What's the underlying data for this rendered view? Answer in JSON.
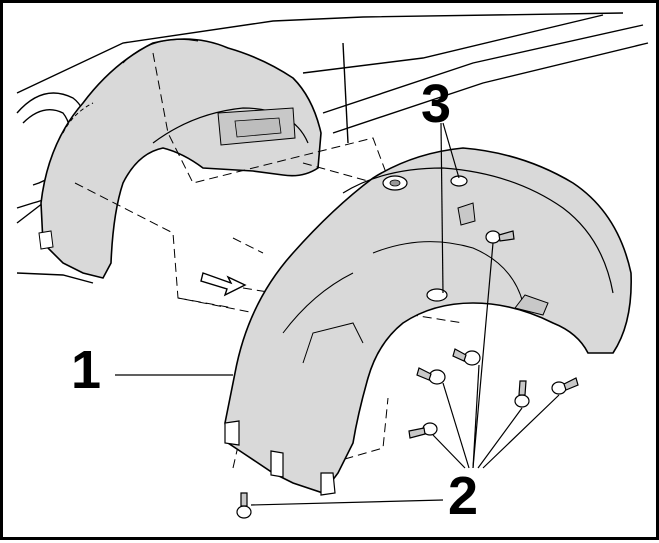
{
  "diagram": {
    "callouts": [
      {
        "id": "1",
        "text": "1"
      },
      {
        "id": "2",
        "text": "2"
      },
      {
        "id": "3",
        "text": "3"
      }
    ],
    "colors": {
      "part_fill": "#d9d9d9",
      "outline": "#000000",
      "background": "#ffffff",
      "dash_line": "#000000"
    },
    "direction_arrow": "removal-direction-arrow",
    "icons": [
      "screw-icon",
      "clip-icon",
      "arrow-icon"
    ]
  }
}
